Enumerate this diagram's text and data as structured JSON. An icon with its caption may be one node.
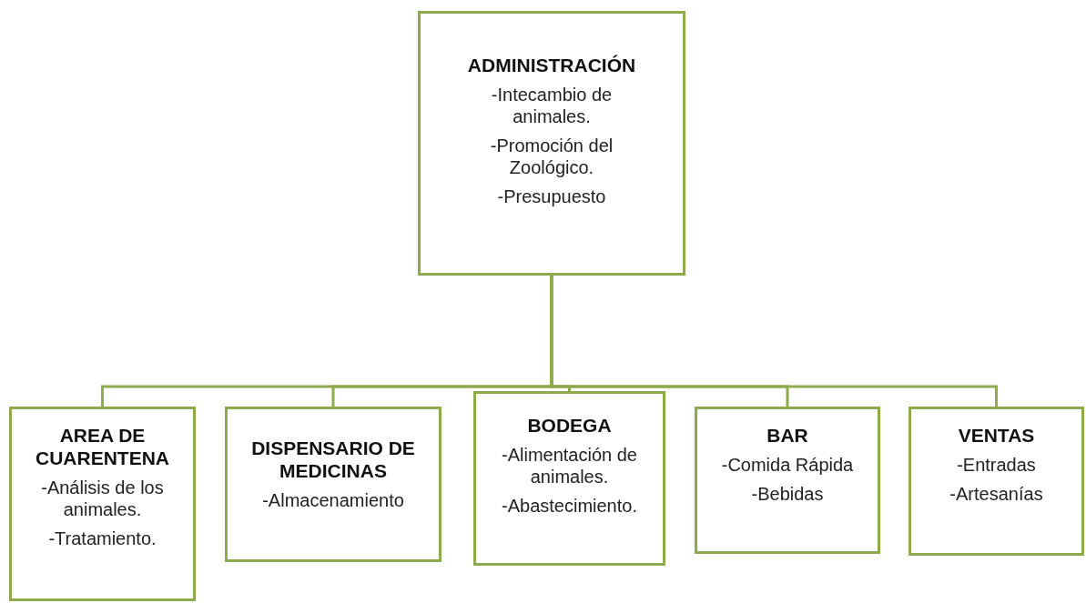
{
  "diagram": {
    "nodes": [
      {
        "text": [
          "ADMINISTRACIÓN",
          "-Intecambio de animales.",
          "-Promoción del Zoológico.",
          "-Presupuesto"
        ]
      },
      {
        "text": [
          "AREA DE CUARENTENA",
          "-Análisis de los animales.",
          "-Tratamiento."
        ]
      },
      {
        "text": [
          "DISPENSARIO DE MEDICINAS",
          "-Almacenamiento"
        ]
      },
      {
        "text": [
          "BODEGA",
          "-Alimentación de animales.",
          "-Abastecimiento."
        ]
      },
      {
        "text": [
          "BAR",
          "-Comida Rápida",
          "-Bebidas"
        ]
      },
      {
        "text": [
          "VENTAS",
          "-Entradas",
          "-Artesanías"
        ]
      }
    ],
    "edges": [
      {
        "from": 0,
        "to": 1,
        "arrow": "none"
      },
      {
        "from": 0,
        "to": 2,
        "arrow": "none"
      },
      {
        "from": 0,
        "to": 3,
        "arrow": "none"
      },
      {
        "from": 0,
        "to": 4,
        "arrow": "none"
      },
      {
        "from": 0,
        "to": 5,
        "arrow": "none"
      }
    ]
  }
}
